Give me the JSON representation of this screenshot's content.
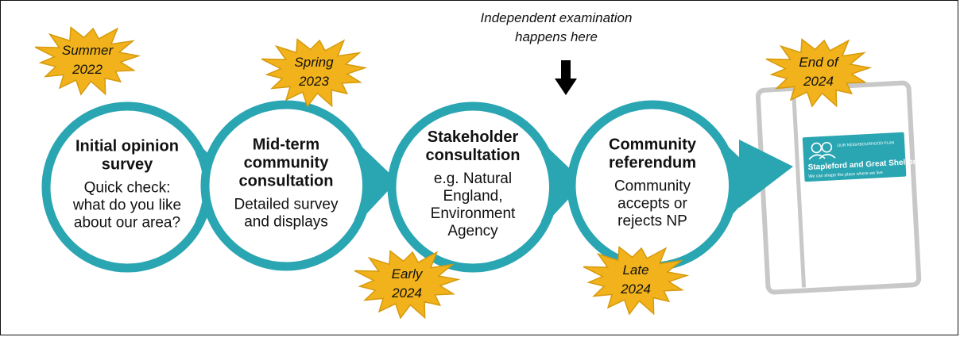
{
  "colors": {
    "teal": "#2aa5b2",
    "teal_dark": "#1e8f9b",
    "starburst": "#f1b21c",
    "starburst_edge": "#d59a0d",
    "document_border": "#c8c8c8"
  },
  "stages": [
    {
      "title": [
        "Initial opinion",
        "survey"
      ],
      "description": [
        "Quick check:",
        "what do you like",
        "about our area?"
      ]
    },
    {
      "title": [
        "Mid-term",
        "community",
        "consultation"
      ],
      "description": [
        "Detailed survey",
        "and displays"
      ]
    },
    {
      "title": [
        "Stakeholder",
        "consultation"
      ],
      "description": [
        "e.g. Natural",
        "England,",
        "Environment",
        "Agency"
      ]
    },
    {
      "title": [
        "Community",
        "referendum"
      ],
      "description": [
        "Community",
        "accepts or",
        "rejects NP"
      ]
    }
  ],
  "milestones": [
    {
      "lines": [
        "Summer",
        "2022"
      ]
    },
    {
      "lines": [
        "Spring",
        "2023"
      ]
    },
    {
      "lines": [
        "Early",
        "2024"
      ]
    },
    {
      "lines": [
        "Late",
        "2024"
      ]
    },
    {
      "lines": [
        "End of",
        "2024"
      ]
    }
  ],
  "note": {
    "lines": [
      "Independent examination",
      "happens here"
    ]
  },
  "document": {
    "header": "OUR NEIGHBOURHOOD PLAN",
    "title": "Stapleford and Great Shelford",
    "tagline": "We can shape the place where we live"
  }
}
